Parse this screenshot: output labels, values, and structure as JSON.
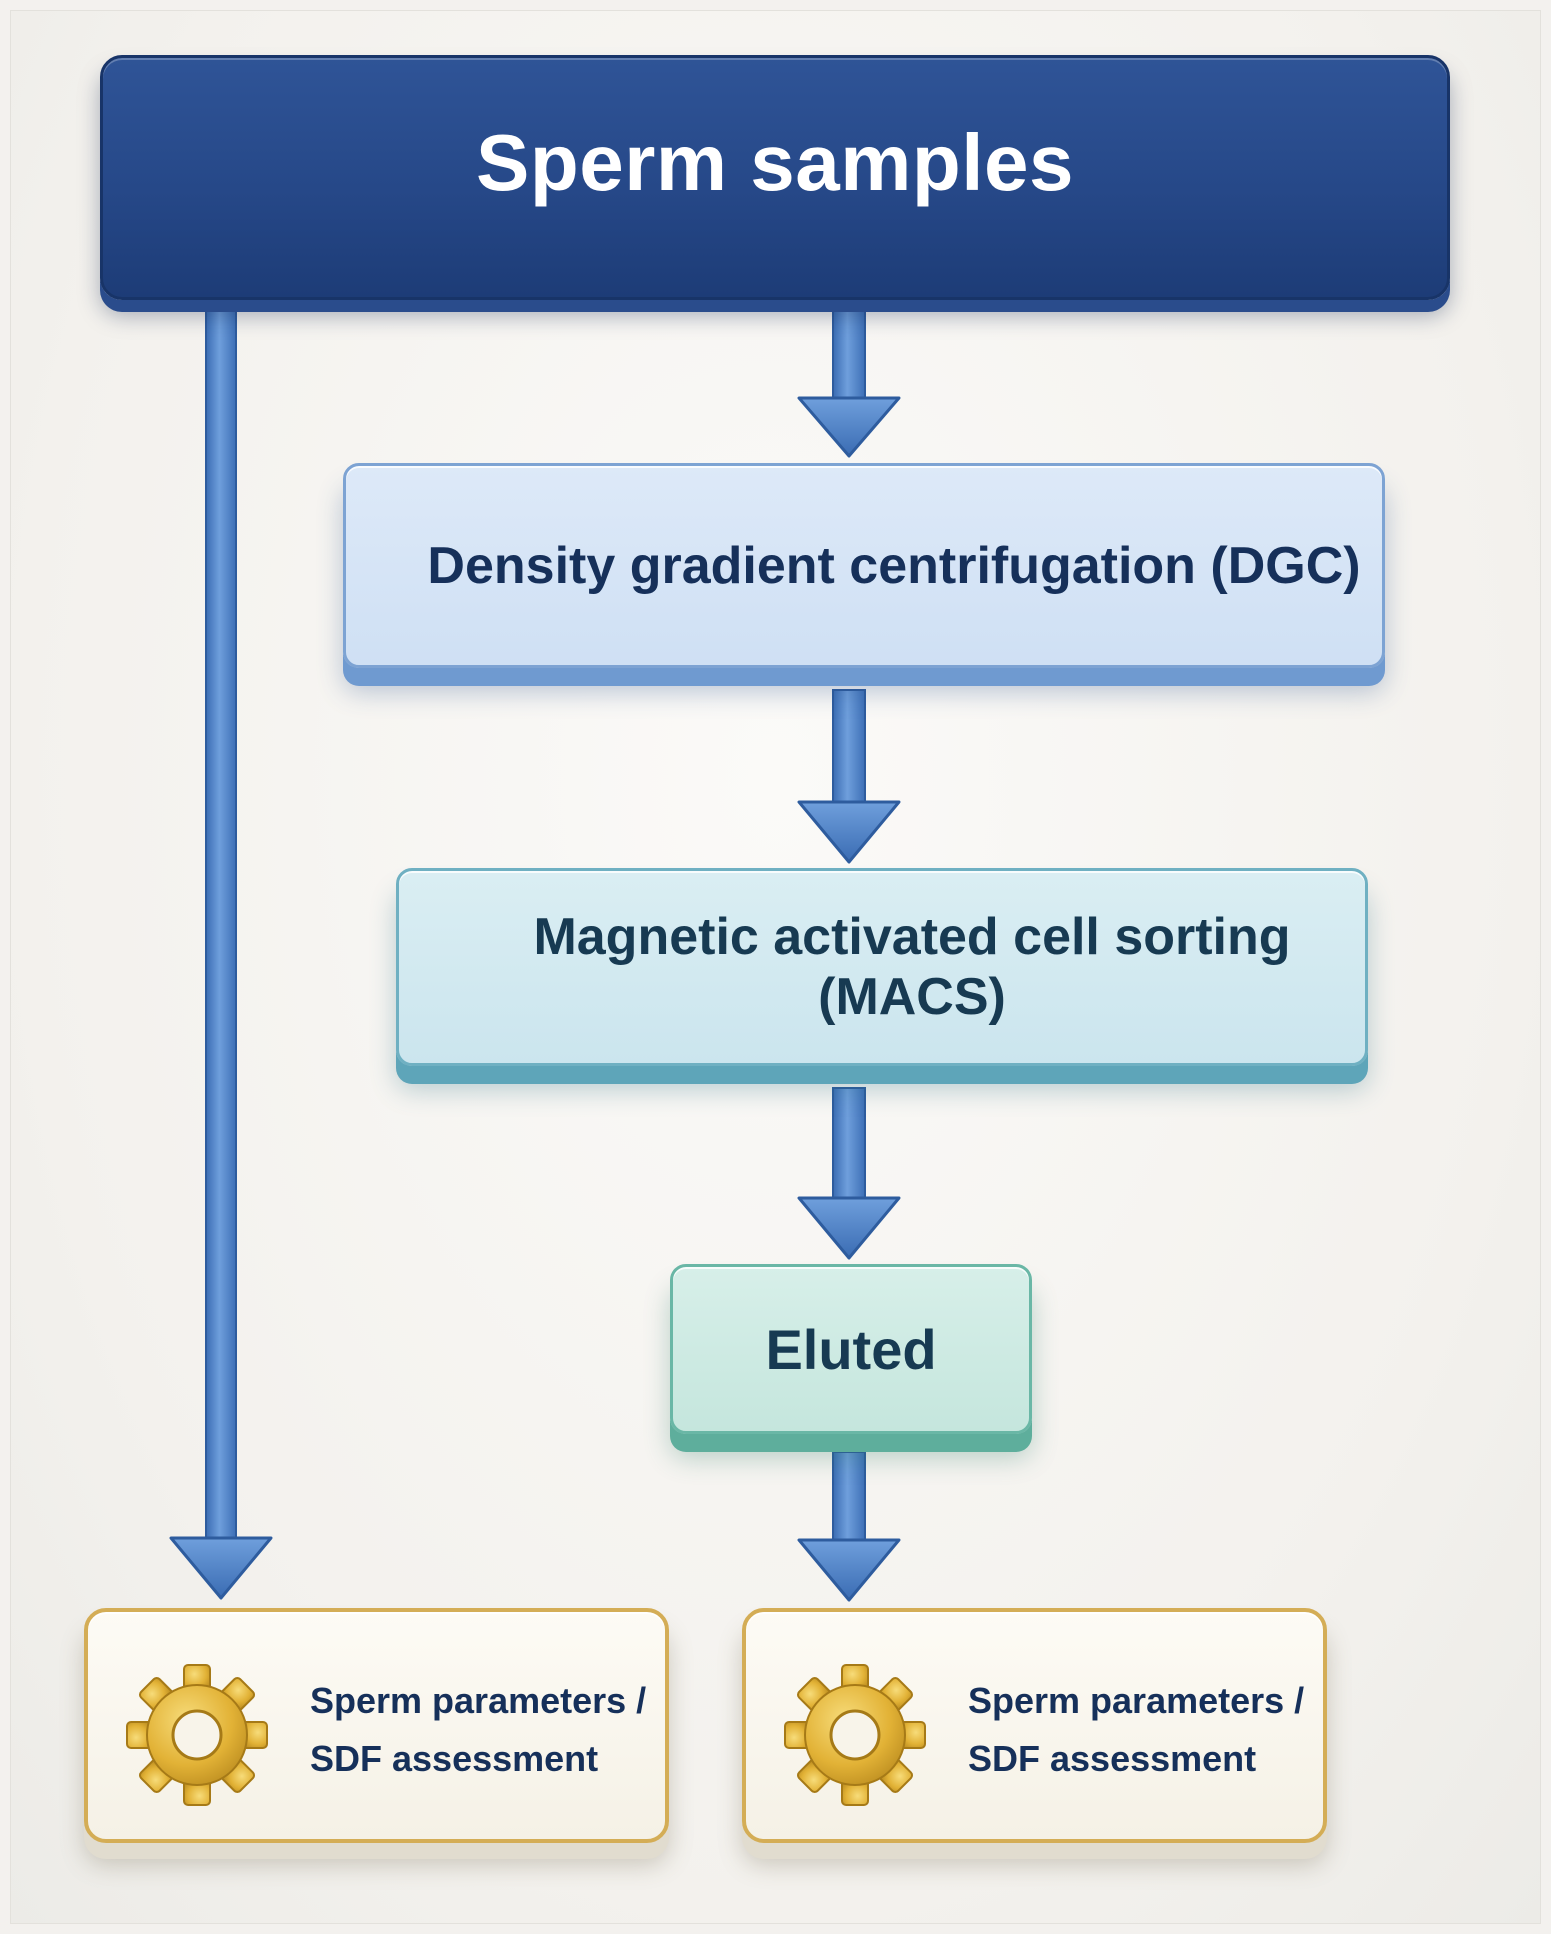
{
  "top": {
    "label": "Sperm samples"
  },
  "dgc": {
    "label": "Density gradient centrifugation (DGC)"
  },
  "macs": {
    "label": "Magnetic activated cell sorting (MACS)"
  },
  "eluted": {
    "label": "Eluted"
  },
  "assess_left": {
    "line1": "Sperm parameters /",
    "line2": "SDF assessment"
  },
  "assess_right": {
    "line1": "Sperm parameters /",
    "line2": "SDF assessment"
  },
  "colors": {
    "arrow": "#4a7fc6",
    "top_box": "#264888",
    "gear": "#e6b93a"
  }
}
